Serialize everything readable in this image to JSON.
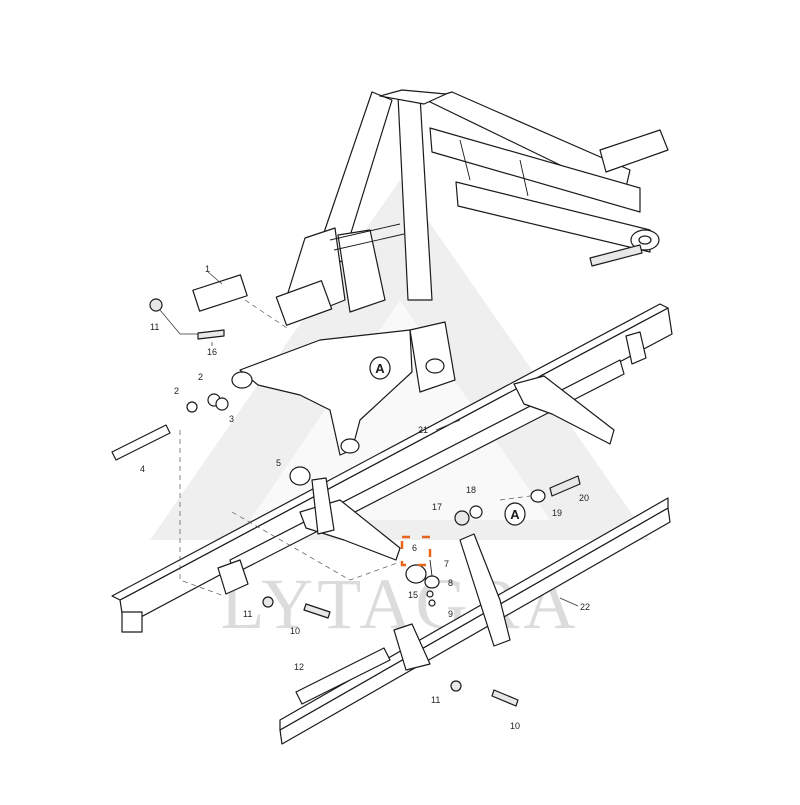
{
  "watermark": {
    "text": "LYTAGRA",
    "color": "#dcdcdc"
  },
  "highlight_color": "#e8651e",
  "callouts": [
    {
      "id": "c1",
      "label": "1"
    },
    {
      "id": "c2a",
      "label": "2"
    },
    {
      "id": "c2b",
      "label": "2"
    },
    {
      "id": "c3",
      "label": "3"
    },
    {
      "id": "c4",
      "label": "4"
    },
    {
      "id": "c5",
      "label": "5"
    },
    {
      "id": "c6",
      "label": "6"
    },
    {
      "id": "c7",
      "label": "7"
    },
    {
      "id": "c8",
      "label": "8"
    },
    {
      "id": "c9",
      "label": "9"
    },
    {
      "id": "c10a",
      "label": "10"
    },
    {
      "id": "c10b",
      "label": "10"
    },
    {
      "id": "c11a",
      "label": "11"
    },
    {
      "id": "c11b",
      "label": "11"
    },
    {
      "id": "c11c",
      "label": "11"
    },
    {
      "id": "c12",
      "label": "12"
    },
    {
      "id": "c15",
      "label": "15"
    },
    {
      "id": "c16",
      "label": "16"
    },
    {
      "id": "c17",
      "label": "17"
    },
    {
      "id": "c18",
      "label": "18"
    },
    {
      "id": "c19",
      "label": "19"
    },
    {
      "id": "c20",
      "label": "20"
    },
    {
      "id": "c21",
      "label": "21"
    },
    {
      "id": "c22",
      "label": "22"
    }
  ],
  "detail_markers": [
    {
      "id": "mA1",
      "label": "A"
    },
    {
      "id": "mA2",
      "label": "A"
    }
  ]
}
